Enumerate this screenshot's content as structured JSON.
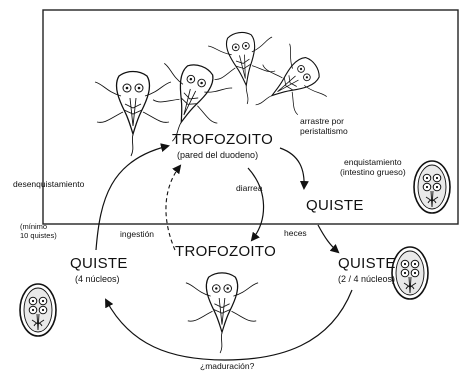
{
  "stages": {
    "trofozoito_top": {
      "title": "TROFOZOITO",
      "sub": "(pared del duodeno)"
    },
    "trofozoito_mid": {
      "title": "TROFOZOITO"
    },
    "quiste_right_top": {
      "title": "QUISTE"
    },
    "quiste_right_bottom": {
      "title": "QUISTE",
      "sub": "(2 / 4 núcleos)"
    },
    "quiste_left": {
      "title": "QUISTE",
      "sub": "(4 núcleos)"
    }
  },
  "labels": {
    "arrastre": "arrastre por\nperistaltismo",
    "enquistamiento": "enquistamiento\n(intestino grueso)",
    "desenquistamiento": "desenquistamiento",
    "minimo": "(mínimo\n10 quistes)",
    "ingestion": "ingestión",
    "diarrea": "diarrea",
    "heces": "heces",
    "maduracion": "¿maduración?"
  },
  "colors": {
    "ink": "#111111",
    "cyst_fill": "#e9e9e9",
    "frame": "#222222"
  },
  "icons": [
    "trophozoite-drawing",
    "cyst-drawing"
  ]
}
